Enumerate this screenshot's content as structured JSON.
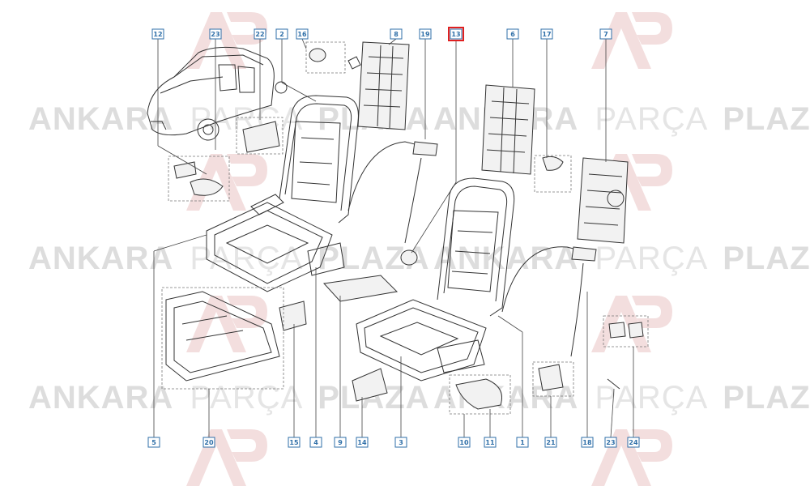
{
  "watermark": {
    "brand_left": "ANKARA",
    "brand_mid": "PARÇA",
    "brand_right": "PLAZA",
    "color_light": "#e5e5e5",
    "color_bold": "#dddddd",
    "logo_color": "#f3dede"
  },
  "callouts": [
    {
      "id": "c12",
      "label": "12"
    },
    {
      "id": "c23a",
      "label": "23"
    },
    {
      "id": "c22",
      "label": "22"
    },
    {
      "id": "c2",
      "label": "2"
    },
    {
      "id": "c16",
      "label": "16"
    },
    {
      "id": "c8",
      "label": "8"
    },
    {
      "id": "c19",
      "label": "19"
    },
    {
      "id": "c13",
      "label": "13",
      "highlighted": true
    },
    {
      "id": "c6",
      "label": "6"
    },
    {
      "id": "c17",
      "label": "17"
    },
    {
      "id": "c7",
      "label": "7"
    },
    {
      "id": "c5",
      "label": "5"
    },
    {
      "id": "c20",
      "label": "20"
    },
    {
      "id": "c15",
      "label": "15"
    },
    {
      "id": "c4",
      "label": "4"
    },
    {
      "id": "c9",
      "label": "9"
    },
    {
      "id": "c14",
      "label": "14"
    },
    {
      "id": "c3",
      "label": "3"
    },
    {
      "id": "c10",
      "label": "10"
    },
    {
      "id": "c11",
      "label": "11"
    },
    {
      "id": "c1",
      "label": "1"
    },
    {
      "id": "c21",
      "label": "21"
    },
    {
      "id": "c18",
      "label": "18"
    },
    {
      "id": "c23b",
      "label": "23"
    },
    {
      "id": "c24",
      "label": "24"
    }
  ],
  "callout_color": "#2f6fa8",
  "highlight_color": "#e02020"
}
